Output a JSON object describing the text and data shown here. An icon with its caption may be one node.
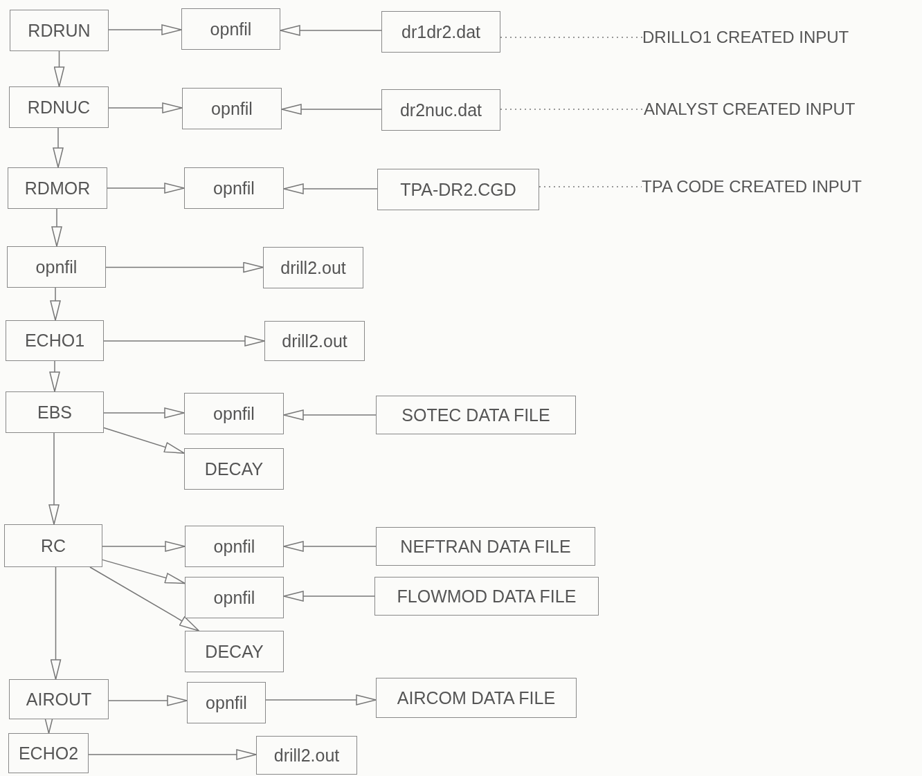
{
  "diagram": {
    "nodes": [
      {
        "text": [
          "RDRUN"
        ]
      },
      {
        "text": [
          "opnfil"
        ]
      },
      {
        "text": [
          "dr1dr2.dat"
        ]
      },
      {
        "text": [
          "DRILLO1 CREATED INPUT"
        ]
      },
      {
        "text": [
          "RDNUC"
        ]
      },
      {
        "text": [
          "opnfil"
        ]
      },
      {
        "text": [
          "dr2nuc.dat"
        ]
      },
      {
        "text": [
          "ANALYST CREATED INPUT"
        ]
      },
      {
        "text": [
          "RDMOR"
        ]
      },
      {
        "text": [
          "opnfil"
        ]
      },
      {
        "text": [
          "TPA-DR2.CGD"
        ]
      },
      {
        "text": [
          "TPA CODE CREATED INPUT"
        ]
      },
      {
        "text": [
          "opnfil"
        ]
      },
      {
        "text": [
          "drill2.out"
        ]
      },
      {
        "text": [
          "ECHO1"
        ]
      },
      {
        "text": [
          "drill2.out"
        ]
      },
      {
        "text": [
          "EBS"
        ]
      },
      {
        "text": [
          "opnfil"
        ]
      },
      {
        "text": [
          "SOTEC DATA FILE"
        ]
      },
      {
        "text": [
          "DECAY"
        ]
      },
      {
        "text": [
          "RC"
        ]
      },
      {
        "text": [
          "opnfil"
        ]
      },
      {
        "text": [
          "NEFTRAN DATA FILE"
        ]
      },
      {
        "text": [
          "opnfil"
        ]
      },
      {
        "text": [
          "FLOWMOD DATA FILE"
        ]
      },
      {
        "text": [
          "DECAY"
        ]
      },
      {
        "text": [
          "AIROUT"
        ]
      },
      {
        "text": [
          "opnfil"
        ]
      },
      {
        "text": [
          "AIRCOM DATA FILE"
        ]
      },
      {
        "text": [
          "ECHO2"
        ]
      },
      {
        "text": [
          "drill2.out"
        ]
      }
    ],
    "edges": [
      {
        "from": 0,
        "to": 1,
        "arrow": "to"
      },
      {
        "from": 2,
        "to": 1,
        "arrow": "to"
      },
      {
        "from": 2,
        "to": 3,
        "arrow": "none",
        "style": "dashed"
      },
      {
        "from": 0,
        "to": 4,
        "arrow": "to"
      },
      {
        "from": 4,
        "to": 5,
        "arrow": "to"
      },
      {
        "from": 6,
        "to": 5,
        "arrow": "to"
      },
      {
        "from": 6,
        "to": 7,
        "arrow": "none",
        "style": "dashed"
      },
      {
        "from": 4,
        "to": 8,
        "arrow": "to"
      },
      {
        "from": 8,
        "to": 9,
        "arrow": "to"
      },
      {
        "from": 10,
        "to": 9,
        "arrow": "to"
      },
      {
        "from": 10,
        "to": 11,
        "arrow": "none",
        "style": "dashed"
      },
      {
        "from": 8,
        "to": 12,
        "arrow": "to"
      },
      {
        "from": 12,
        "to": 13,
        "arrow": "to"
      },
      {
        "from": 12,
        "to": 14,
        "arrow": "to"
      },
      {
        "from": 14,
        "to": 15,
        "arrow": "to"
      },
      {
        "from": 14,
        "to": 16,
        "arrow": "to"
      },
      {
        "from": 16,
        "to": 17,
        "arrow": "to"
      },
      {
        "from": 18,
        "to": 17,
        "arrow": "to"
      },
      {
        "from": 16,
        "to": 19,
        "arrow": "to"
      },
      {
        "from": 16,
        "to": 20,
        "arrow": "to"
      },
      {
        "from": 20,
        "to": 21,
        "arrow": "to"
      },
      {
        "from": 22,
        "to": 21,
        "arrow": "to"
      },
      {
        "from": 20,
        "to": 23,
        "arrow": "to"
      },
      {
        "from": 24,
        "to": 23,
        "arrow": "to"
      },
      {
        "from": 20,
        "to": 25,
        "arrow": "to"
      },
      {
        "from": 20,
        "to": 26,
        "arrow": "to"
      },
      {
        "from": 26,
        "to": 27,
        "arrow": "to"
      },
      {
        "from": 27,
        "to": 28,
        "arrow": "to"
      },
      {
        "from": 26,
        "to": 29,
        "arrow": "to"
      },
      {
        "from": 29,
        "to": 30,
        "arrow": "to"
      }
    ]
  }
}
